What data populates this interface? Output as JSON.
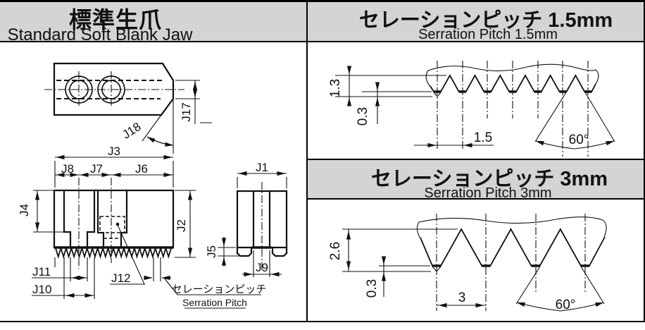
{
  "headers": {
    "left": {
      "ja": "標準生爪",
      "en": "Standard Soft Blank Jaw"
    },
    "pitch15": {
      "ja": "セレーションピッチ 1.5mm",
      "en": "Serration Pitch 1.5mm"
    },
    "pitch3": {
      "ja": "セレーションピッチ 3mm",
      "en": "Serration Pitch 3mm"
    }
  },
  "jaw_labels": {
    "j1": "J1",
    "j2": "J2",
    "j3": "J3",
    "j4": "J4",
    "j5": "J5",
    "j6": "J6",
    "j7": "J7",
    "j8": "J8",
    "j9": "J9",
    "j10": "J10",
    "j11": "J11",
    "j12": "J12",
    "j17": "J17",
    "j18": "J18"
  },
  "serration_note": {
    "ja": "セレーションピッチ",
    "en": "Serration Pitch"
  },
  "dims_15mm": {
    "tooth_height": "1.3",
    "flat_depth": "0.3",
    "pitch": "1.5",
    "angle": "60°"
  },
  "dims_3mm": {
    "tooth_height": "2.6",
    "flat_depth": "0.3",
    "pitch": "3",
    "angle": "60°"
  },
  "colors": {
    "header_bg": "#d4d4d4",
    "line": "#111111",
    "background": "#ffffff"
  }
}
